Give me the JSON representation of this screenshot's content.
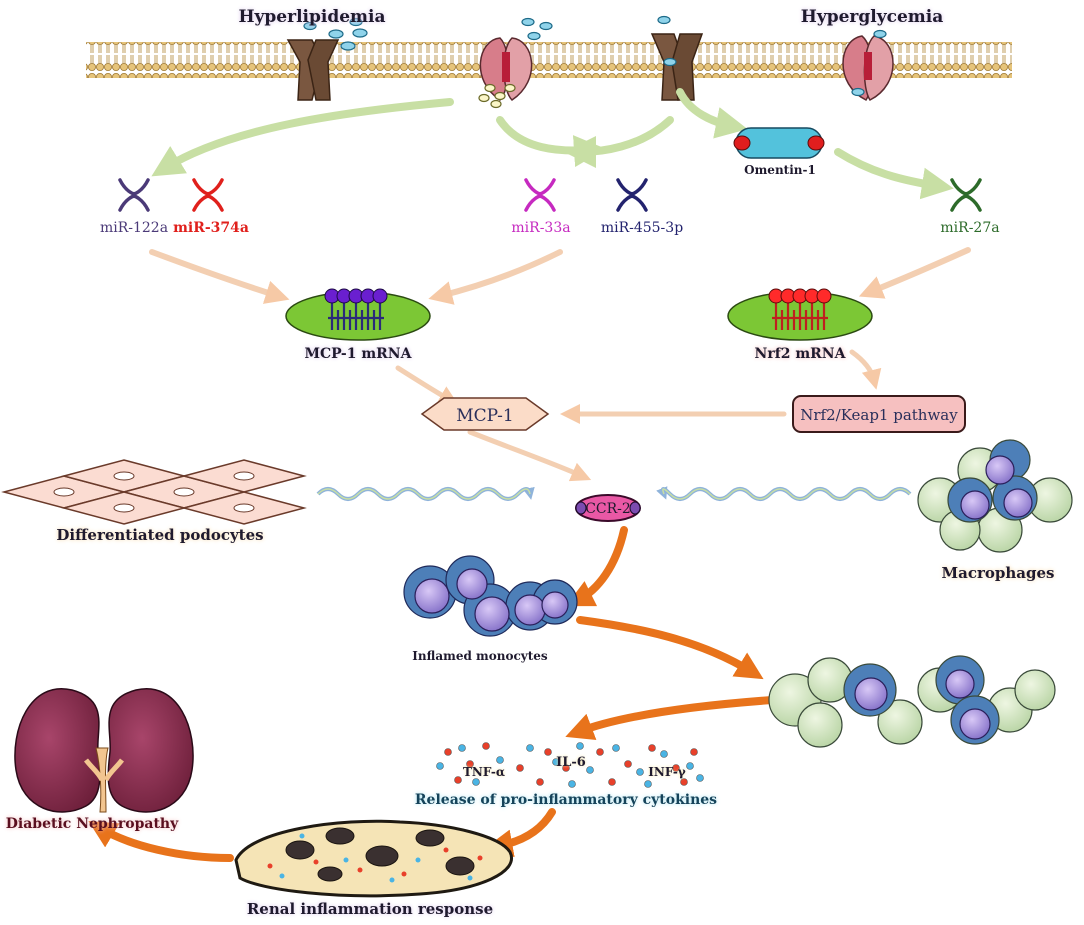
{
  "labels": {
    "hyperlipidemia": "Hyperlipidemia",
    "hyperglycemia": "Hyperglycemia",
    "omentin": "Omentin-1",
    "mir122a": "miR-122a",
    "mir374a": "miR-374a",
    "mir33a": "miR-33a",
    "mir4553p": "miR-455-3p",
    "mir27a": "miR-27a",
    "mcp1_mrna": "MCP-1 mRNA",
    "nrf2_mrna": "Nrf2 mRNA",
    "mcp1": "MCP-1",
    "nrf2_pathway": "Nrf2/Keap1 pathway",
    "ccr2": "CCR-2",
    "podocytes": "Differentiated podocytes",
    "macrophages": "Macrophages",
    "inflamed_monocytes": "Inflamed monocytes",
    "tnf": "TNF-α",
    "il6": "IL-6",
    "inf": "INF-γ",
    "cytokines": "Release of pro-inflammatory cytokines",
    "dn": "Diabetic Nephropathy",
    "renal": "Renal inflammation response"
  },
  "colors": {
    "mir122a": "#4b3a78",
    "mir374a": "#e0201c",
    "mir33a": "#c62ac0",
    "mir4553p": "#23236e",
    "mir27a": "#2d6b2a",
    "arrow_green": "#c8dfa4",
    "arrow_peach": "#f6c9a6",
    "arrow_lavender": "#d9c6e6",
    "arrow_orange": "#e8731b",
    "membrane": "#e8c884",
    "kidney": "#8a2f49"
  }
}
